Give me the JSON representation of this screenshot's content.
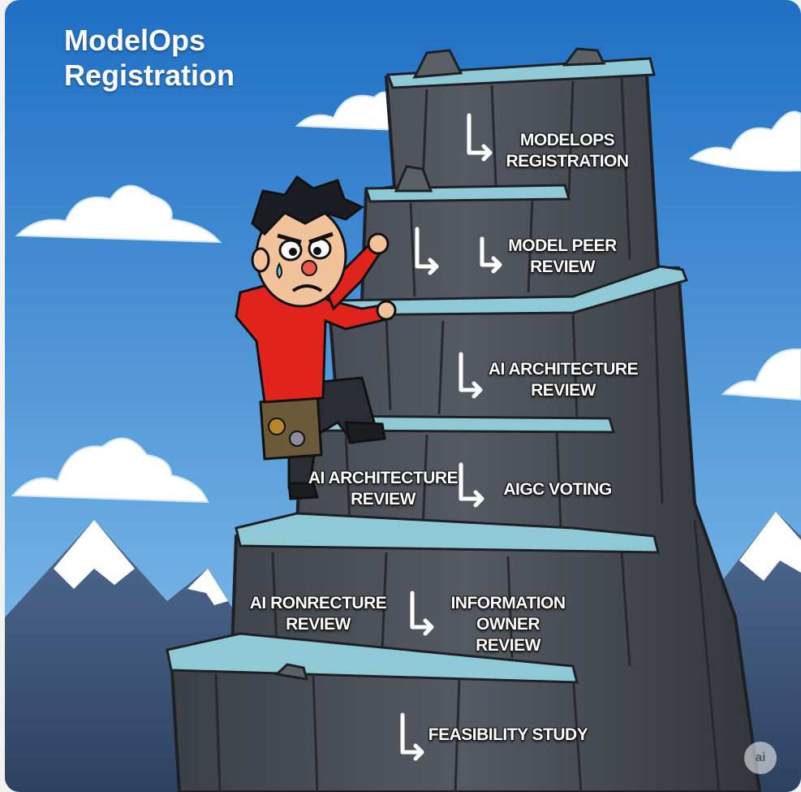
{
  "title": {
    "line1": "ModelOps",
    "line2": "Registration"
  },
  "steps": [
    {
      "line1": "MODELOPS",
      "line2": "REGISTRATION"
    },
    {
      "line1": "MODEL PEER",
      "line2": "REVIEW"
    },
    {
      "line1": "AI ARCHITECTURE",
      "line2": "REVIEW"
    },
    {
      "line1": "AI ARCHITECTURE",
      "line2": "REVIEW"
    },
    {
      "line1": "AIGC VOTING"
    },
    {
      "line1": "AI RONRECTURE",
      "line2": "REVIEW"
    },
    {
      "line1": "INFORMATION",
      "line2": "OWNER",
      "line3": "REVIEW"
    },
    {
      "line1": "FEASIBILITY STUDY"
    }
  ],
  "watermark": "ai",
  "colors": {
    "sky_top": "#1f6fc4",
    "sky_bottom": "#8cc6ee",
    "rock": "#4a4e55",
    "ledge": "#8fc9d6",
    "hoodie": "#e0231d",
    "text": "#ffffff"
  }
}
